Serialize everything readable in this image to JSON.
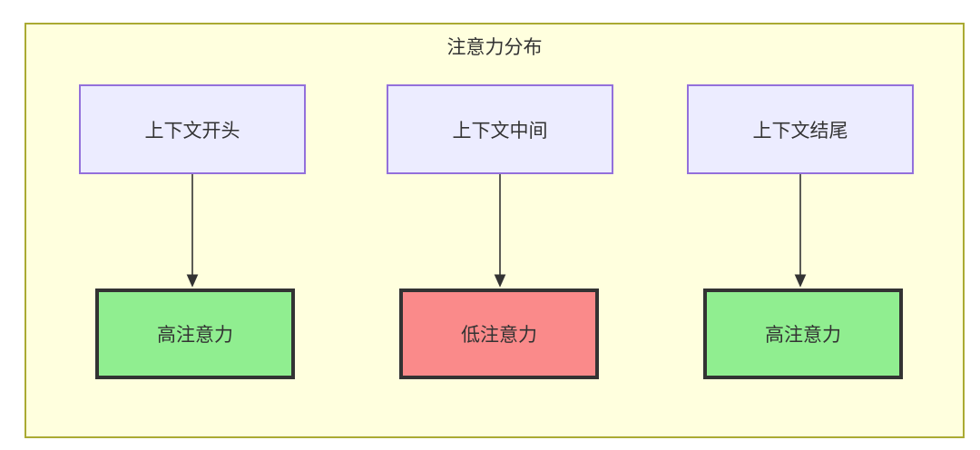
{
  "diagram": {
    "title": "注意力分布",
    "type": "flowchart",
    "container": {
      "fill": "#ffffde",
      "stroke": "#aaaa33"
    },
    "nodes": [
      {
        "id": "src-1",
        "label": "上下文开头",
        "group": "source",
        "fill": "#ececff",
        "stroke": "#9370db"
      },
      {
        "id": "src-2",
        "label": "上下文中间",
        "group": "source",
        "fill": "#ececff",
        "stroke": "#9370db"
      },
      {
        "id": "src-3",
        "label": "上下文结尾",
        "group": "source",
        "fill": "#ececff",
        "stroke": "#9370db"
      },
      {
        "id": "res-1",
        "label": "高注意力",
        "group": "result",
        "fill": "#90ee90",
        "stroke": "#333333"
      },
      {
        "id": "res-2",
        "label": "低注意力",
        "group": "result",
        "fill": "#fa8a8a",
        "stroke": "#333333"
      },
      {
        "id": "res-3",
        "label": "高注意力",
        "group": "result",
        "fill": "#90ee90",
        "stroke": "#333333"
      }
    ],
    "edges": [
      {
        "from": "src-1",
        "to": "res-1",
        "arrow": "arrow-down-icon"
      },
      {
        "from": "src-2",
        "to": "res-2",
        "arrow": "arrow-down-icon"
      },
      {
        "from": "src-3",
        "to": "res-3",
        "arrow": "arrow-down-icon"
      }
    ],
    "edge_color": "#333333",
    "text_color": "#333333"
  }
}
